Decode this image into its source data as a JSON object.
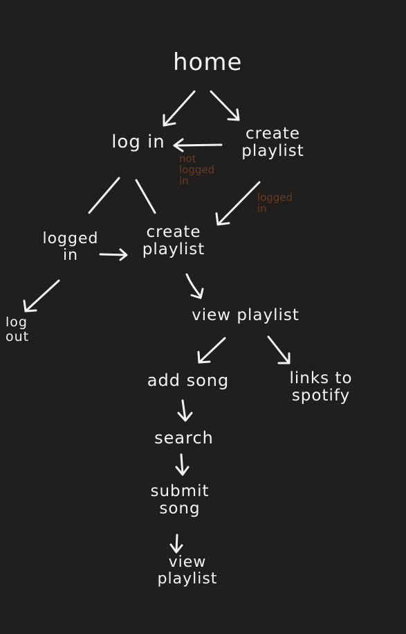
{
  "diagram": {
    "background_color": "#201f1e",
    "stroke_color": "#f2f2f2",
    "note_color": "#6a3a22",
    "nodes": {
      "home": "home",
      "log_in": "log in",
      "create_playlist_top": "create\nplaylist",
      "logged_in": "logged\nin",
      "create_playlist_mid": "create\nplaylist",
      "log_out": "log\nout",
      "view_playlist": "view  playlist",
      "add_song": "add song",
      "links_to_spotify": "links  to\nspotify",
      "search": "search",
      "submit_song": "submit\nsong",
      "view_playlist_bottom": "view\nplaylist"
    },
    "annotations": {
      "not_logged_in": "not\nlogged\nin",
      "logged_in_note": "logged\nin"
    }
  }
}
